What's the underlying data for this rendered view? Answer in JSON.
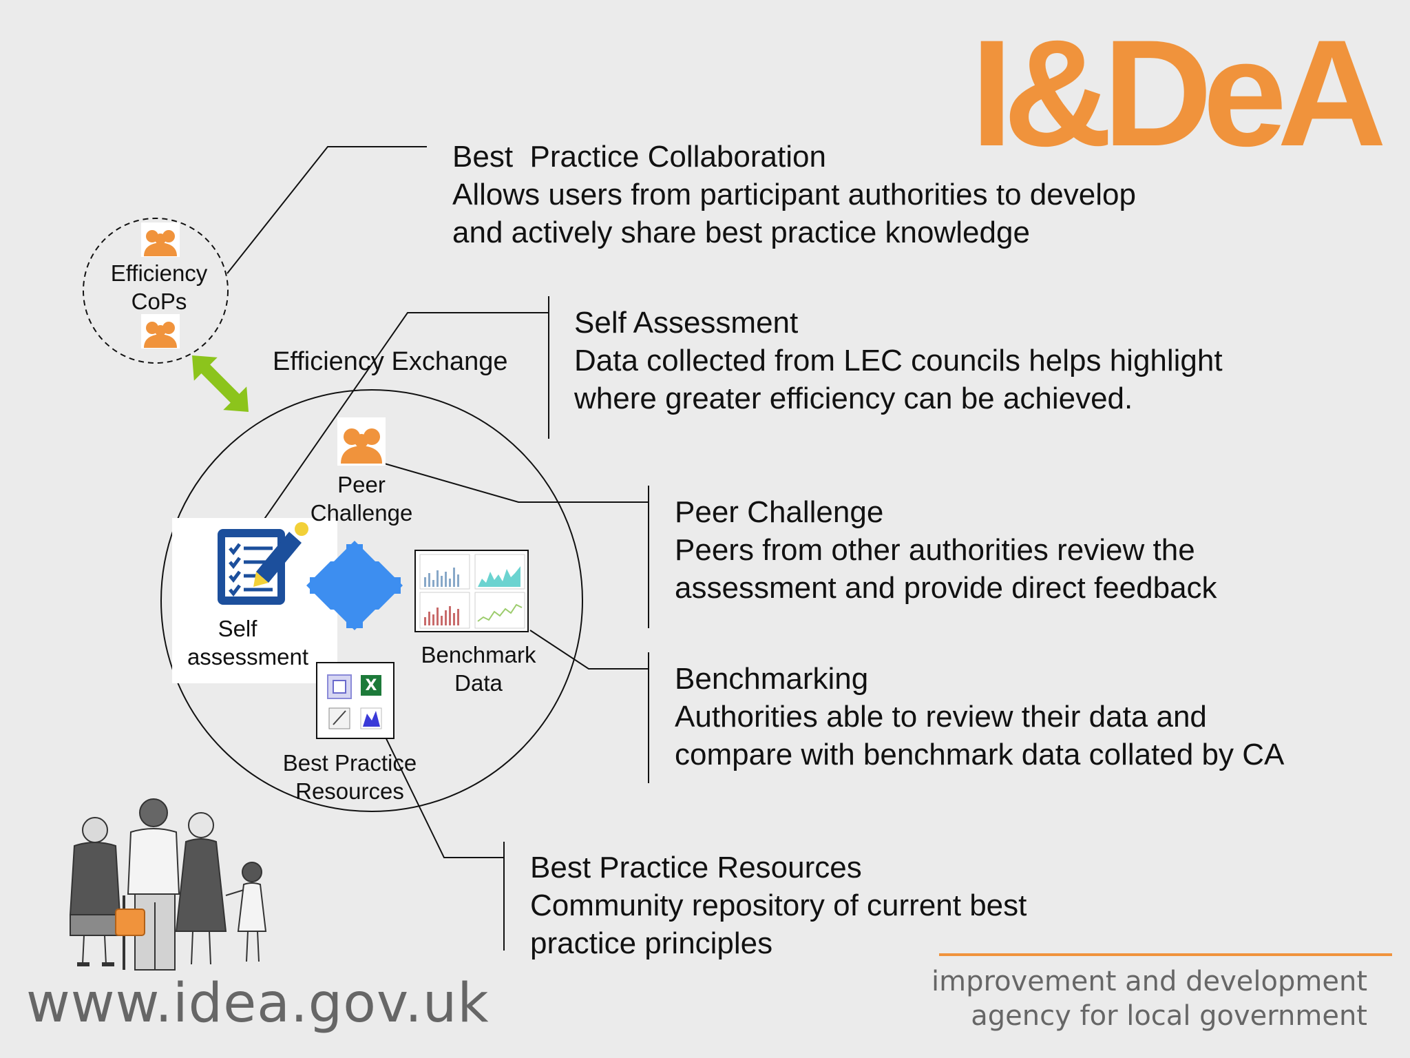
{
  "logo": {
    "text": "I&DeA",
    "color": "#f0933c"
  },
  "diagram": {
    "efficiency_cops": {
      "line1": "Efficiency",
      "line2": "CoPs"
    },
    "exchange_label": "Efficiency Exchange",
    "peer_challenge": {
      "line1": "Peer",
      "line2": "Challenge"
    },
    "self_assessment": {
      "line1": "Self",
      "line2": "assessment"
    },
    "benchmark_data": {
      "line1": "Benchmark",
      "line2": "Data"
    },
    "best_practice_resources": {
      "line1": "Best Practice",
      "line2": "Resources"
    }
  },
  "callouts": {
    "collaboration": {
      "title": "Best  Practice Collaboration",
      "line1": "Allows users from participant authorities to develop",
      "line2": "and actively share best practice knowledge"
    },
    "self_assessment": {
      "title": "Self Assessment",
      "line1": "Data collected from LEC councils helps highlight",
      "line2": "where greater efficiency can be achieved."
    },
    "peer_challenge": {
      "title": "Peer Challenge",
      "line1": "Peers from other authorities review the",
      "line2": "assessment and provide direct feedback"
    },
    "benchmarking": {
      "title": "Benchmarking",
      "line1": "Authorities able to review their data and",
      "line2": "compare with benchmark data collated by CA"
    },
    "resources": {
      "title": "Best Practice Resources",
      "line1": "Community repository of current best",
      "line2": "practice principles"
    }
  },
  "footer": {
    "url": "www.idea.gov.uk",
    "agency_line1": "improvement and development",
    "agency_line2": "agency for local government"
  },
  "colors": {
    "accent_orange": "#f0933c",
    "arrow_green": "#8cc41c",
    "arrow_blue": "#3d8ef0",
    "clipboard_navy": "#1c4f9c"
  },
  "icons": [
    "people-group-icon",
    "clipboard-checklist-icon",
    "four-way-arrow-icon",
    "chart-thumbnails-icon",
    "office-documents-icon",
    "family-illustration-icon"
  ]
}
